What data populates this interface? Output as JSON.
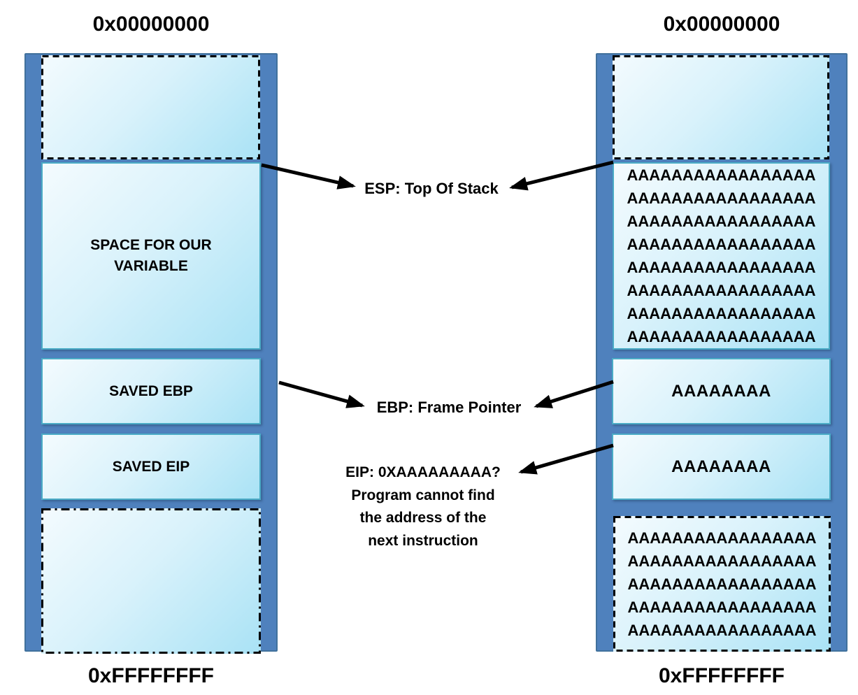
{
  "addresses": {
    "left_top": "0x00000000",
    "left_bottom": "0xFFFFFFFF",
    "right_top": "0x00000000",
    "right_bottom": "0xFFFFFFFF"
  },
  "left_stack": {
    "variable_label": "SPACE FOR OUR VARIABLE",
    "saved_ebp_label": "SAVED EBP",
    "saved_eip_label": "SAVED EIP"
  },
  "right_stack": {
    "buffer_fill_lines": [
      "AAAAAAAAAAAAAAAAA",
      "AAAAAAAAAAAAAAAAA",
      "AAAAAAAAAAAAAAAAA",
      "AAAAAAAAAAAAAAAAA",
      "AAAAAAAAAAAAAAAAA",
      "AAAAAAAAAAAAAAAAA",
      "AAAAAAAAAAAAAAAAA",
      "AAAAAAAAAAAAAAAAA"
    ],
    "overwritten_ebp": "AAAAAAAA",
    "overwritten_eip": "AAAAAAAA",
    "beyond_fill_lines": [
      "AAAAAAAAAAAAAAAAA",
      "AAAAAAAAAAAAAAAAA",
      "AAAAAAAAAAAAAAAAA",
      "AAAAAAAAAAAAAAAAA",
      "AAAAAAAAAAAAAAAAA"
    ]
  },
  "annotations": {
    "esp_label": "ESP: Top Of Stack",
    "ebp_label": "EBP: Frame Pointer",
    "eip_lines": [
      "EIP: 0XAAAAAAAAA?",
      "Program cannot find",
      "the address of the",
      "next instruction"
    ]
  },
  "colors": {
    "column_fill": "#4F81BD",
    "column_border": "#41719C",
    "cell_border": "#4BACC6",
    "cell_gradient_start": "#F4FBFE",
    "cell_gradient_end": "#A9E2F5",
    "dashed_border": "#000000",
    "arrow": "#000000",
    "text": "#000000"
  }
}
